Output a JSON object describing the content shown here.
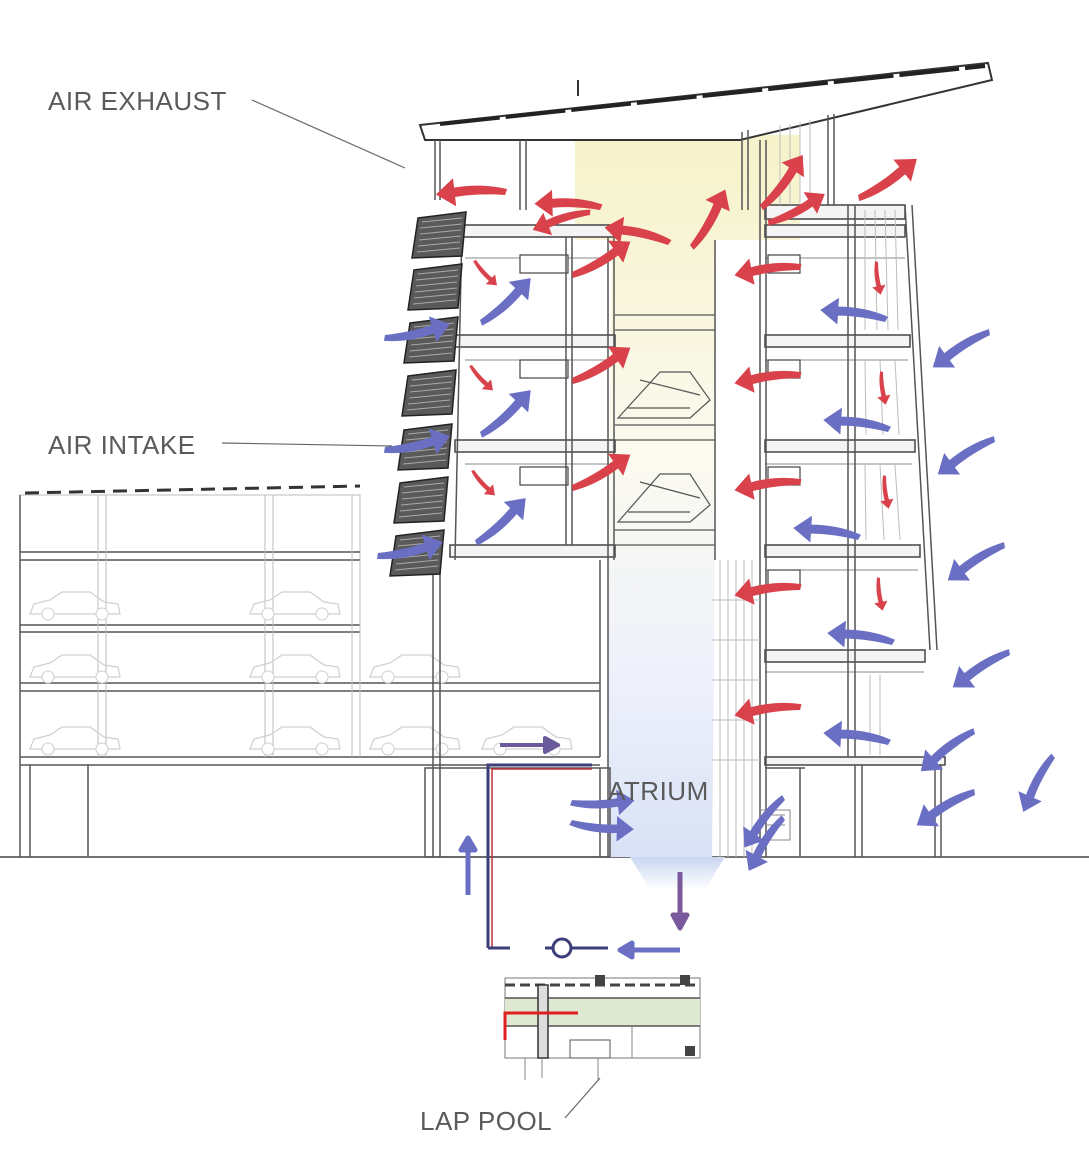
{
  "labels": {
    "air_exhaust": "AIR EXHAUST",
    "air_intake": "AIR INTAKE",
    "atrium": "ATRIUM",
    "lap_pool": "LAP POOL"
  },
  "colors": {
    "exhaust_arrow": "#d9424a",
    "intake_arrow": "#6a6fc4",
    "duct": "#3c3e7a",
    "heated_pipe": "#e02020",
    "atrium_glow": "#f4f1c8",
    "atrium_cool": "#dfe6f5",
    "pool_water": "#dfe9d2"
  },
  "icons": {
    "exhaust": "curved-red-arrow",
    "intake": "curved-blue-arrow",
    "pump": "circle-pump-icon"
  }
}
